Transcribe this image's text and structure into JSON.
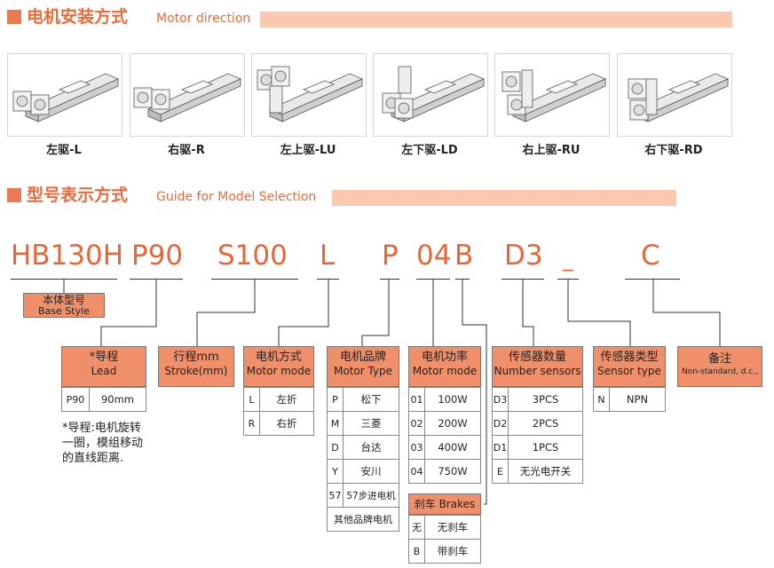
{
  "section1": {
    "title": "电机安装方式",
    "subtitle": "Motor direction"
  },
  "directions": [
    {
      "label": "左驱-L",
      "icon": "motor-left-icon"
    },
    {
      "label": "右驱-R",
      "icon": "motor-right-icon"
    },
    {
      "label": "左上驱-LU",
      "icon": "motor-left-up-icon"
    },
    {
      "label": "左下驱-LD",
      "icon": "motor-left-down-icon"
    },
    {
      "label": "右上驱-RU",
      "icon": "motor-right-up-icon"
    },
    {
      "label": "右下驱-RD",
      "icon": "motor-right-down-icon"
    }
  ],
  "section2": {
    "title": "型号表示方式",
    "subtitle": "Guide for Model Selection"
  },
  "model_code": {
    "part1": "HB130H",
    "part2": "P90",
    "part3": "S100",
    "part4": "L",
    "part5": "P",
    "part6": "04",
    "part7": "B",
    "part8": "D3",
    "sep": "_",
    "part9": "C"
  },
  "base_style": {
    "zh": "本体型号",
    "en": "Base Style"
  },
  "lead": {
    "zh": "*导程",
    "en": "Lead",
    "rows": [
      {
        "code": "P90",
        "value": "90mm"
      }
    ],
    "note": "*导程:电机旋转一圈，模组移动的直线距离."
  },
  "stroke": {
    "zh": "行程mm",
    "en": "Stroke(mm)"
  },
  "motor_mode": {
    "zh": "电机方式",
    "en": "Motor mode",
    "rows": [
      {
        "code": "L",
        "value": "左折"
      },
      {
        "code": "R",
        "value": "右折"
      }
    ]
  },
  "motor_type": {
    "zh": "电机品牌",
    "en": "Motor Type",
    "rows": [
      {
        "code": "P",
        "value": "松下"
      },
      {
        "code": "M",
        "value": "三菱"
      },
      {
        "code": "D",
        "value": "台达"
      },
      {
        "code": "Y",
        "value": "安川"
      },
      {
        "code": "57",
        "value": "57步进电机"
      }
    ],
    "other": "其他品牌电机"
  },
  "motor_power": {
    "zh": "电机功率",
    "en": "Motor mode",
    "rows": [
      {
        "code": "01",
        "value": "100W"
      },
      {
        "code": "02",
        "value": "200W"
      },
      {
        "code": "03",
        "value": "400W"
      },
      {
        "code": "04",
        "value": "750W"
      }
    ]
  },
  "brakes": {
    "title": "刹车 Brakes",
    "rows": [
      {
        "code": "无",
        "value": "无刹车"
      },
      {
        "code": "B",
        "value": "带刹车"
      }
    ]
  },
  "sensors": {
    "zh": "传感器数量",
    "en": "Number sensors",
    "rows": [
      {
        "code": "D3",
        "value": "3PCS"
      },
      {
        "code": "D2",
        "value": "2PCS"
      },
      {
        "code": "D1",
        "value": "1PCS"
      },
      {
        "code": "E",
        "value": "无光电开关"
      }
    ]
  },
  "sensor_type": {
    "zh": "传感器类型",
    "en": "Sensor type",
    "rows": [
      {
        "code": "N",
        "value": "NPN"
      }
    ]
  },
  "remarks": {
    "zh": "备注",
    "en": "Non-standard, d.c.,"
  },
  "colors": {
    "accent": "#ea6b3a",
    "header_fill": "#f0906a",
    "bar": "#fbc8b0"
  }
}
